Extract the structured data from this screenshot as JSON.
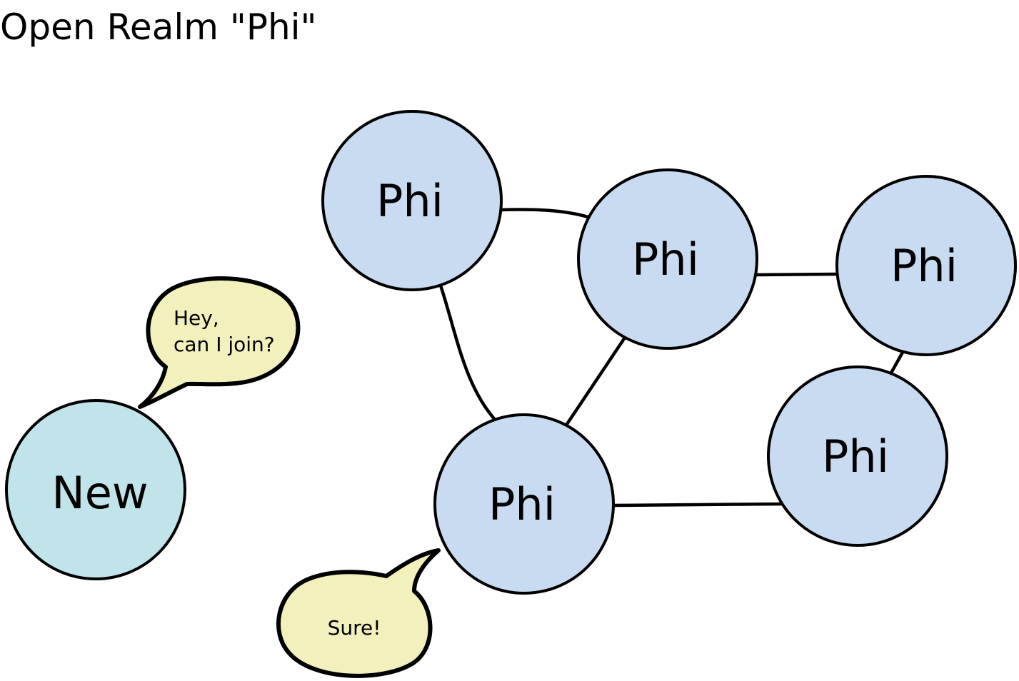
{
  "title": "Open Realm \"Phi\"",
  "colors": {
    "phi_node_fill": "#c8dbf1",
    "new_node_fill": "#c1e3ea",
    "bubble_fill": "#f2f0bc",
    "stroke": "#000000"
  },
  "nodes": [
    {
      "id": "phi-1",
      "label": "Phi"
    },
    {
      "id": "phi-2",
      "label": "Phi"
    },
    {
      "id": "phi-3",
      "label": "Phi"
    },
    {
      "id": "phi-4",
      "label": "Phi"
    },
    {
      "id": "phi-5",
      "label": "Phi"
    },
    {
      "id": "new",
      "label": "New"
    }
  ],
  "edges": [
    [
      "phi-1",
      "phi-2"
    ],
    [
      "phi-2",
      "phi-3"
    ],
    [
      "phi-1",
      "phi-4"
    ],
    [
      "phi-2",
      "phi-4"
    ],
    [
      "phi-4",
      "phi-5"
    ],
    [
      "phi-3",
      "phi-5"
    ]
  ],
  "bubbles": {
    "request": {
      "line1": "Hey,",
      "line2": "can I join?"
    },
    "reply": {
      "text": "Sure!"
    }
  }
}
